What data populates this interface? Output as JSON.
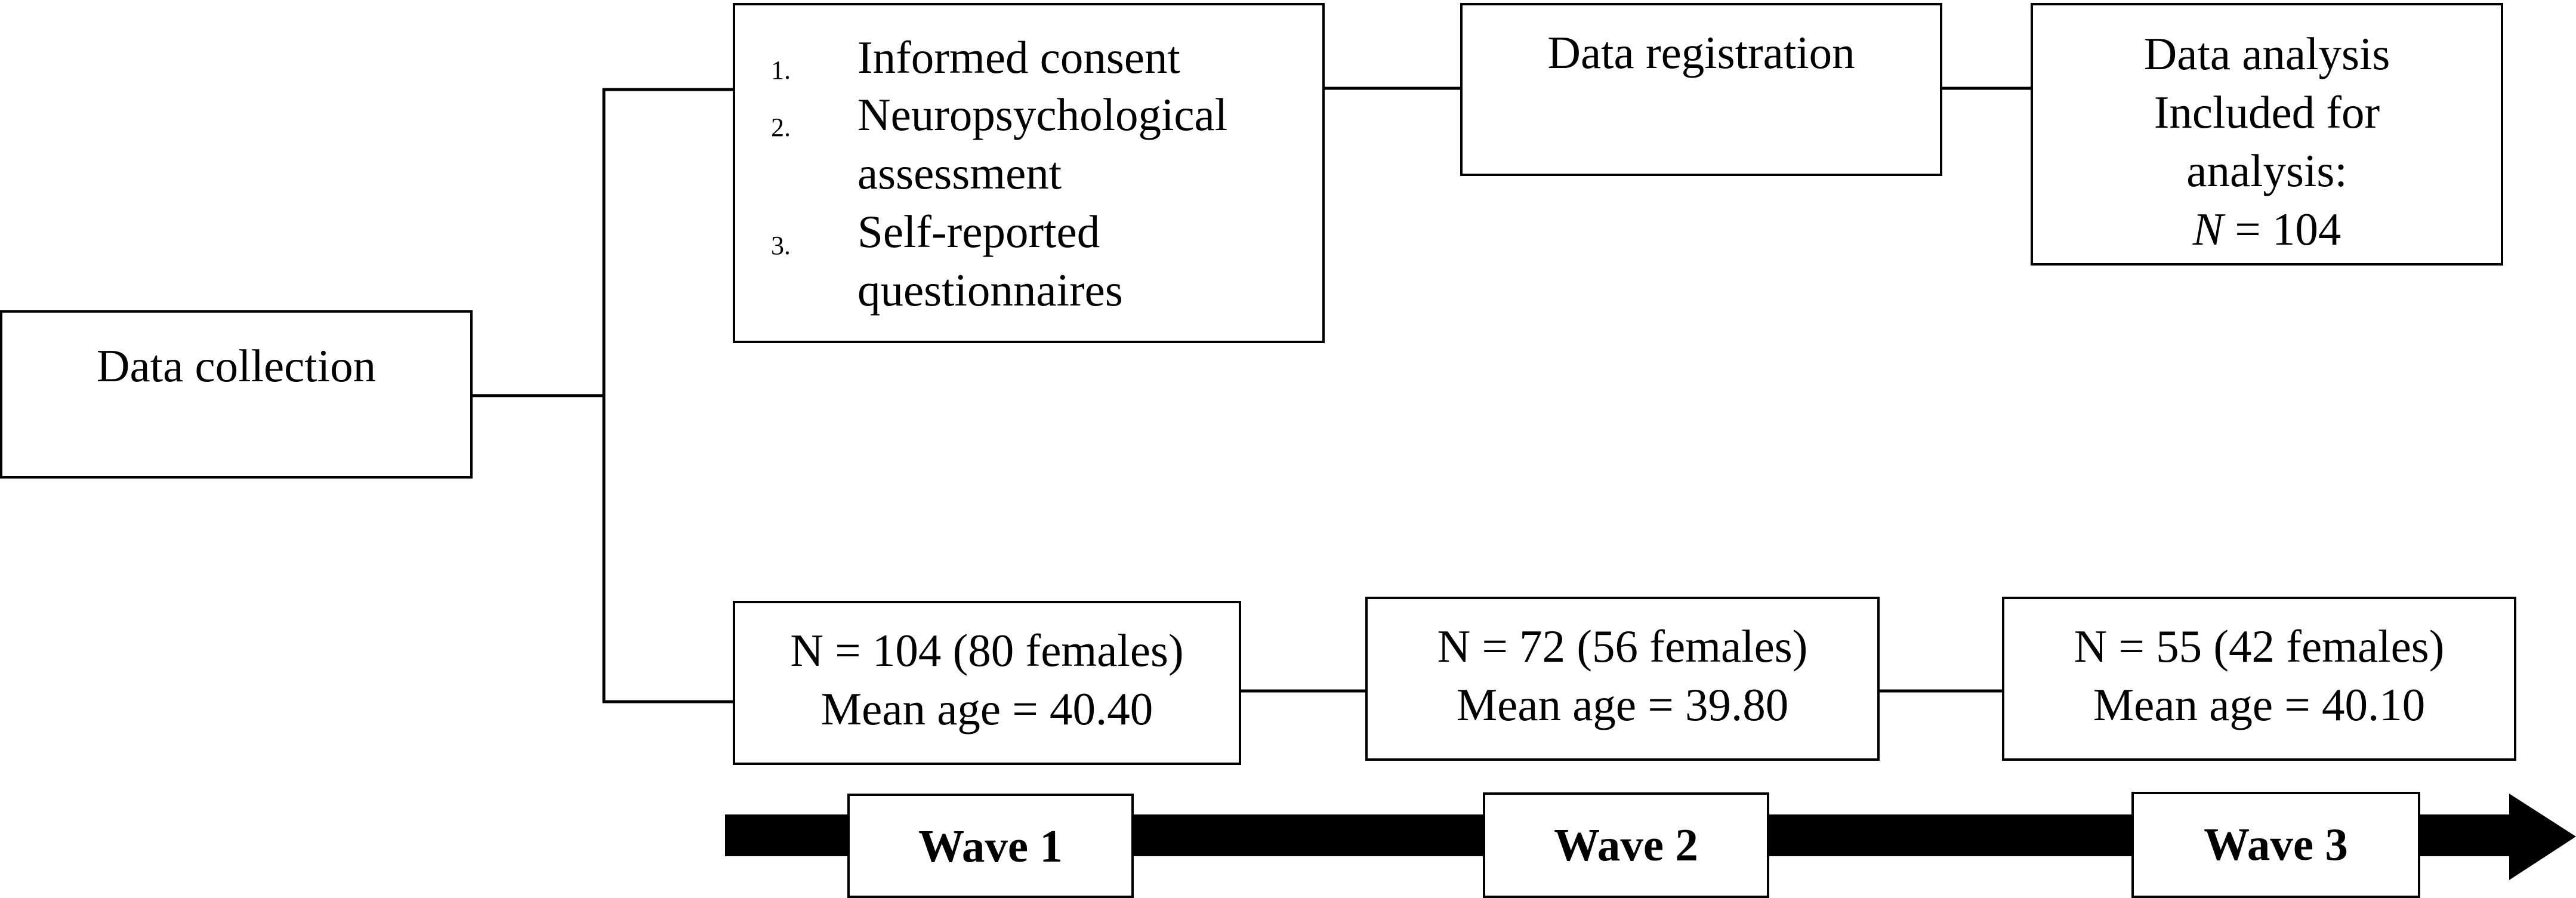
{
  "collection": {
    "label": "Data collection"
  },
  "steps": {
    "items": [
      {
        "number": "1.",
        "lines": [
          "Informed consent"
        ]
      },
      {
        "number": "2.",
        "lines": [
          "Neuropsychological",
          "assessment"
        ]
      },
      {
        "number": "3.",
        "lines": [
          "Self-reported",
          "questionnaires"
        ]
      }
    ]
  },
  "registration": {
    "label": "Data registration"
  },
  "analysis": {
    "line1": "Data analysis",
    "line2": "Included for",
    "line3": "analysis:",
    "n_symbol": "N",
    "n_value": "= 104"
  },
  "waves": [
    {
      "sample": "N = 104 (80 females)",
      "age": "Mean age = 40.40",
      "label": "Wave 1"
    },
    {
      "sample": "N = 72 (56 females)",
      "age": "Mean age = 39.80",
      "label": "Wave 2"
    },
    {
      "sample": "N = 55 (42 females)",
      "age": "Mean age = 40.10",
      "label": "Wave 3"
    }
  ]
}
